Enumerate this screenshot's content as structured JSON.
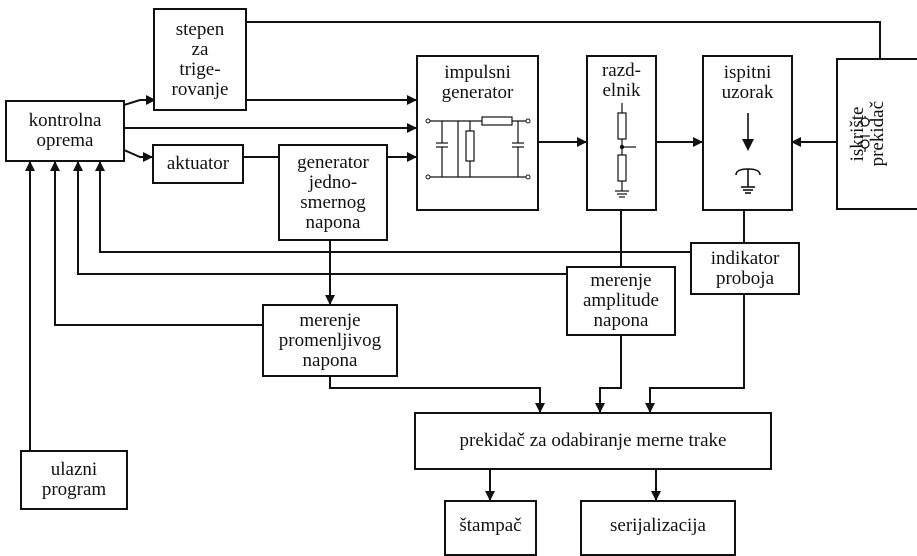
{
  "blocks": {
    "kontrolna": "kontrolna\noprema",
    "stepen": "stepen\nza\ntrige-\nrovanje",
    "impulsni": "impulsni\ngenerator",
    "razdelnik": "razd-\nelnik",
    "ispitni": "ispitni\nuzorak",
    "iskriste": "iskrište\nprekidač",
    "aktuator": "aktuator",
    "generator_jednosmernog": "generator\njedno-\nsmernog\nnapona",
    "indikator": "indikator\nproboja",
    "merenje_amplitude": "merenje\namplitude\nnapona",
    "merenje_promenljivog": "merenje\npromenljivog\nnapona",
    "prekidac_trake": "prekidač za odabiranje merne trake",
    "ulazni": "ulazni\nprogram",
    "stampac": "štampač",
    "serijalizacija": "serijalizacija"
  },
  "colors": {
    "line": "#111111",
    "background": "#ffffff"
  }
}
